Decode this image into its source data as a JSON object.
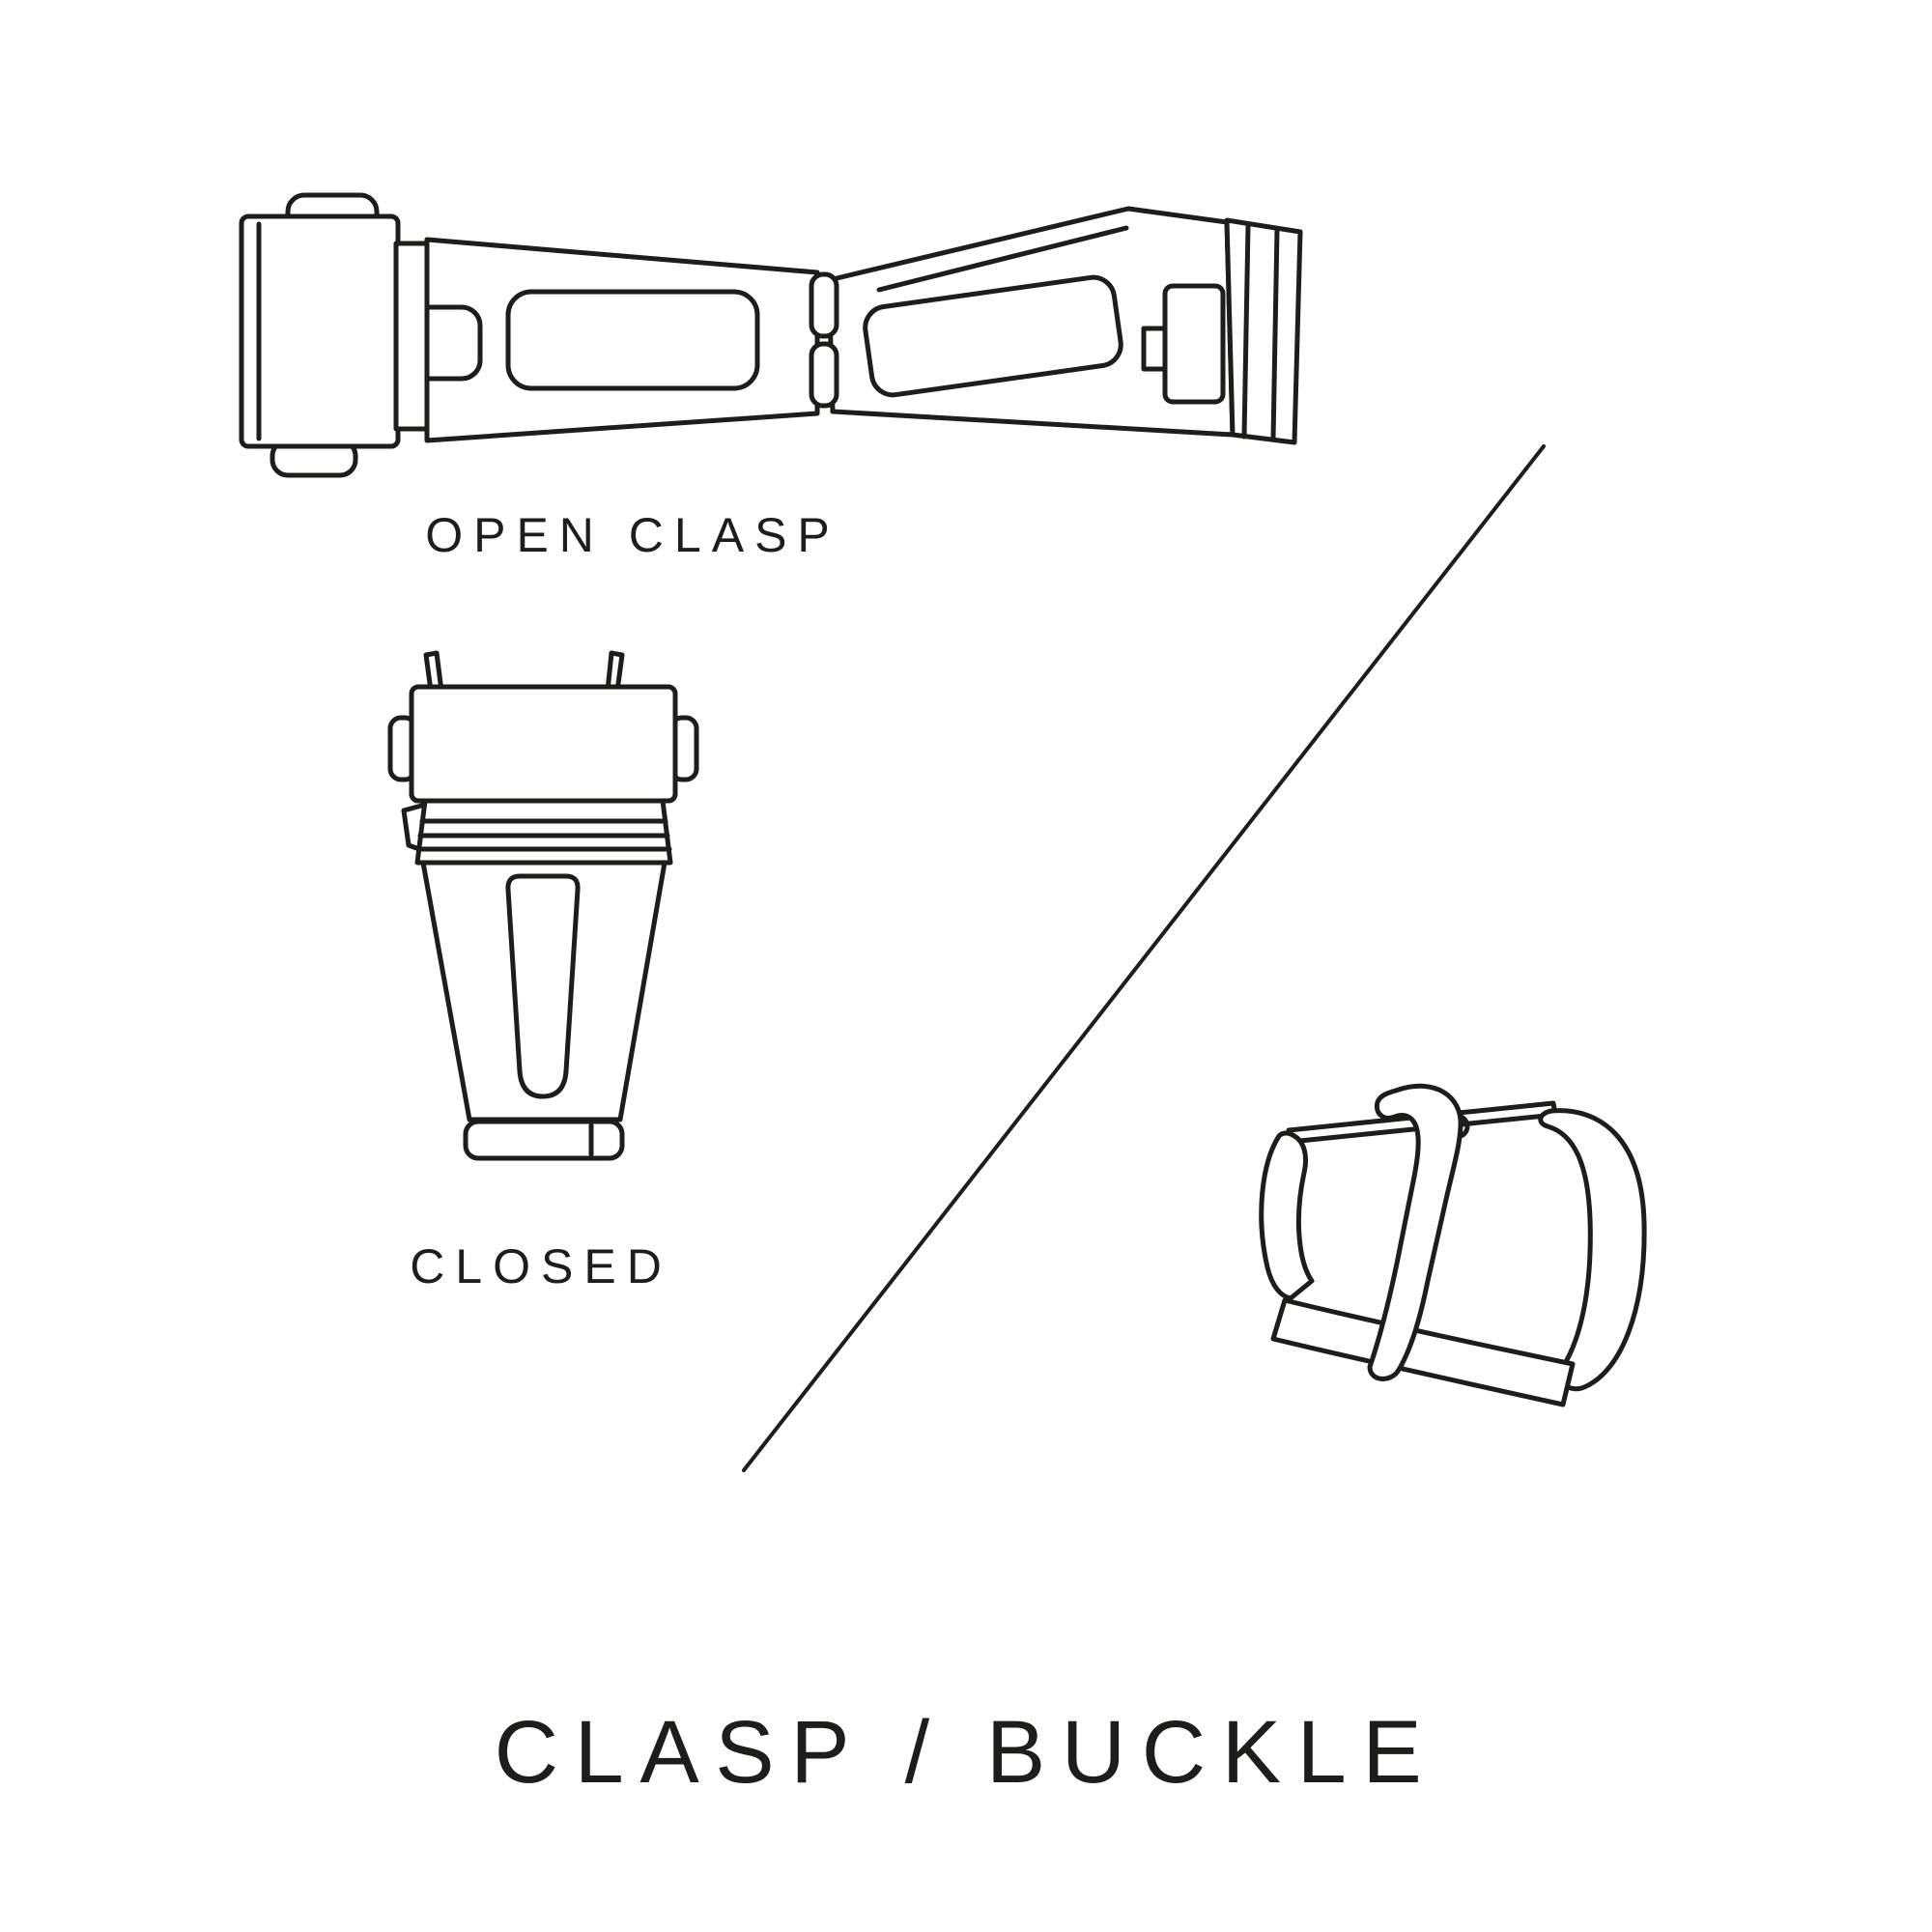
{
  "page": {
    "background_color": "#ffffff",
    "line_color": "#1d1d1b",
    "text_color": "#1d1d1b"
  },
  "diagram": {
    "title": "CLASP / BUCKLE",
    "figures": [
      {
        "id": "open-clasp",
        "label": "OPEN CLASP",
        "illustration": "open-clasp-line-drawing"
      },
      {
        "id": "closed-clasp",
        "label": "CLOSED",
        "illustration": "closed-clasp-line-drawing"
      },
      {
        "id": "buckle",
        "label": "",
        "illustration": "tang-buckle-line-drawing"
      }
    ],
    "divider": "diagonal-line"
  }
}
